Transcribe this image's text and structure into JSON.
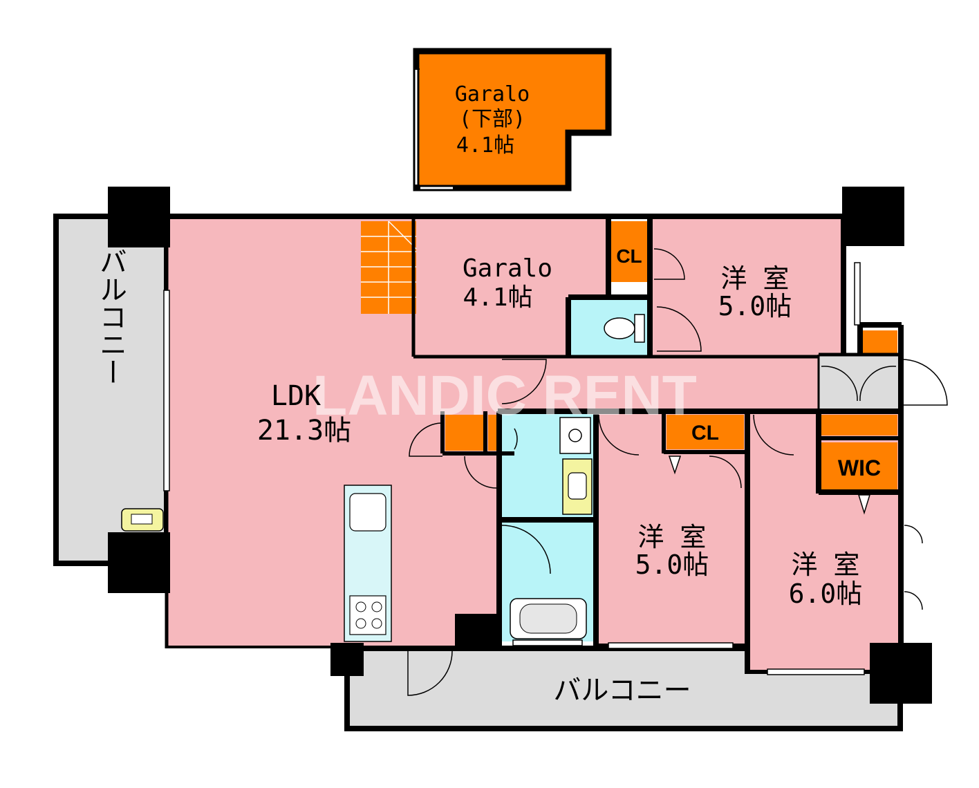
{
  "colors": {
    "room": "#f6b8bd",
    "storage": "#ff8000",
    "balcony": "#dcdcdc",
    "wet_area": "#b8f4f8",
    "wall": "#000000",
    "basin": "#f4f4a0"
  },
  "watermark": "LANDIC RENT",
  "rooms": {
    "garalo_upper": {
      "name": "Garalo",
      "sub": "(下部)",
      "size": "4.1帖"
    },
    "garalo": {
      "name": "Garalo",
      "size": "4.1帖"
    },
    "ldk": {
      "name": "LDK",
      "size": "21.3帖"
    },
    "west_room_ne": {
      "name": "洋 室",
      "size": "5.0帖"
    },
    "west_room_center": {
      "name": "洋 室",
      "size": "5.0帖"
    },
    "west_room_se": {
      "name": "洋 室",
      "size": "6.0帖"
    },
    "cl_top": {
      "name": "CL"
    },
    "cl_mid": {
      "name": "CL"
    },
    "wic": {
      "name": "WIC"
    },
    "balcony_west": {
      "name": "バルコニー"
    },
    "balcony_south": {
      "name": "バルコニー"
    }
  }
}
